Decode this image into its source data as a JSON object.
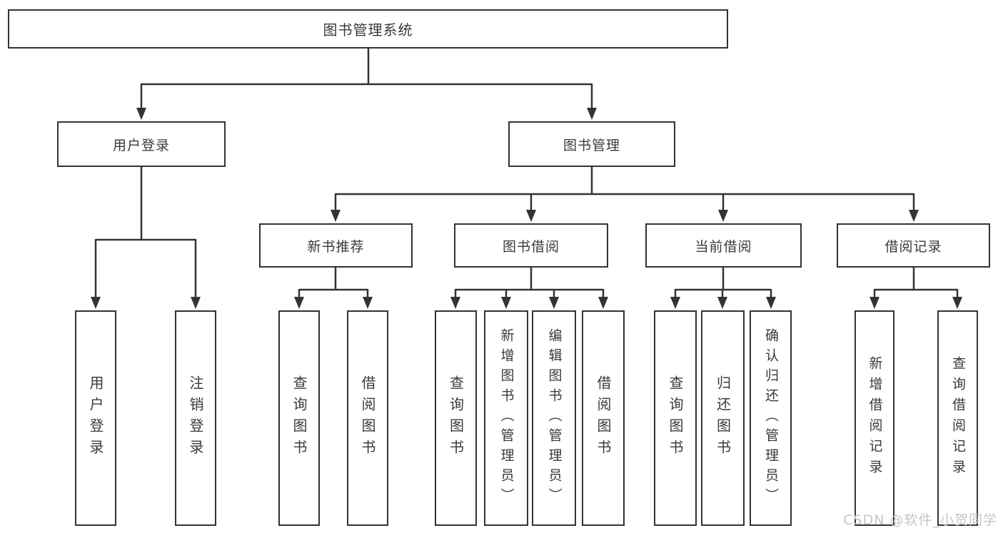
{
  "colors": {
    "background": "#ffffff",
    "line": "#333333",
    "box_border": "#333333",
    "text": "#3a3a3a",
    "watermark": "#c6c6c6"
  },
  "watermark": {
    "text": "CSDN @软件_小贺同学"
  },
  "tree": {
    "label": "图书管理系统",
    "children": [
      {
        "label": "用户登录",
        "children": [
          {
            "label": "用户登录"
          },
          {
            "label": "注销登录"
          }
        ]
      },
      {
        "label": "图书管理",
        "children": [
          {
            "label": "新书推荐",
            "children": [
              {
                "label": "查询图书"
              },
              {
                "label": "借阅图书"
              }
            ]
          },
          {
            "label": "图书借阅",
            "children": [
              {
                "label": "查询图书"
              },
              {
                "label": "新增图书（管理员）"
              },
              {
                "label": "编辑图书（管理员）"
              },
              {
                "label": "借阅图书"
              }
            ]
          },
          {
            "label": "当前借阅",
            "children": [
              {
                "label": "查询图书"
              },
              {
                "label": "归还图书"
              },
              {
                "label": "确认归还（管理员）"
              }
            ]
          },
          {
            "label": "借阅记录",
            "children": [
              {
                "label": "新增借阅记录"
              },
              {
                "label": "查询借阅记录"
              }
            ]
          }
        ]
      }
    ]
  }
}
